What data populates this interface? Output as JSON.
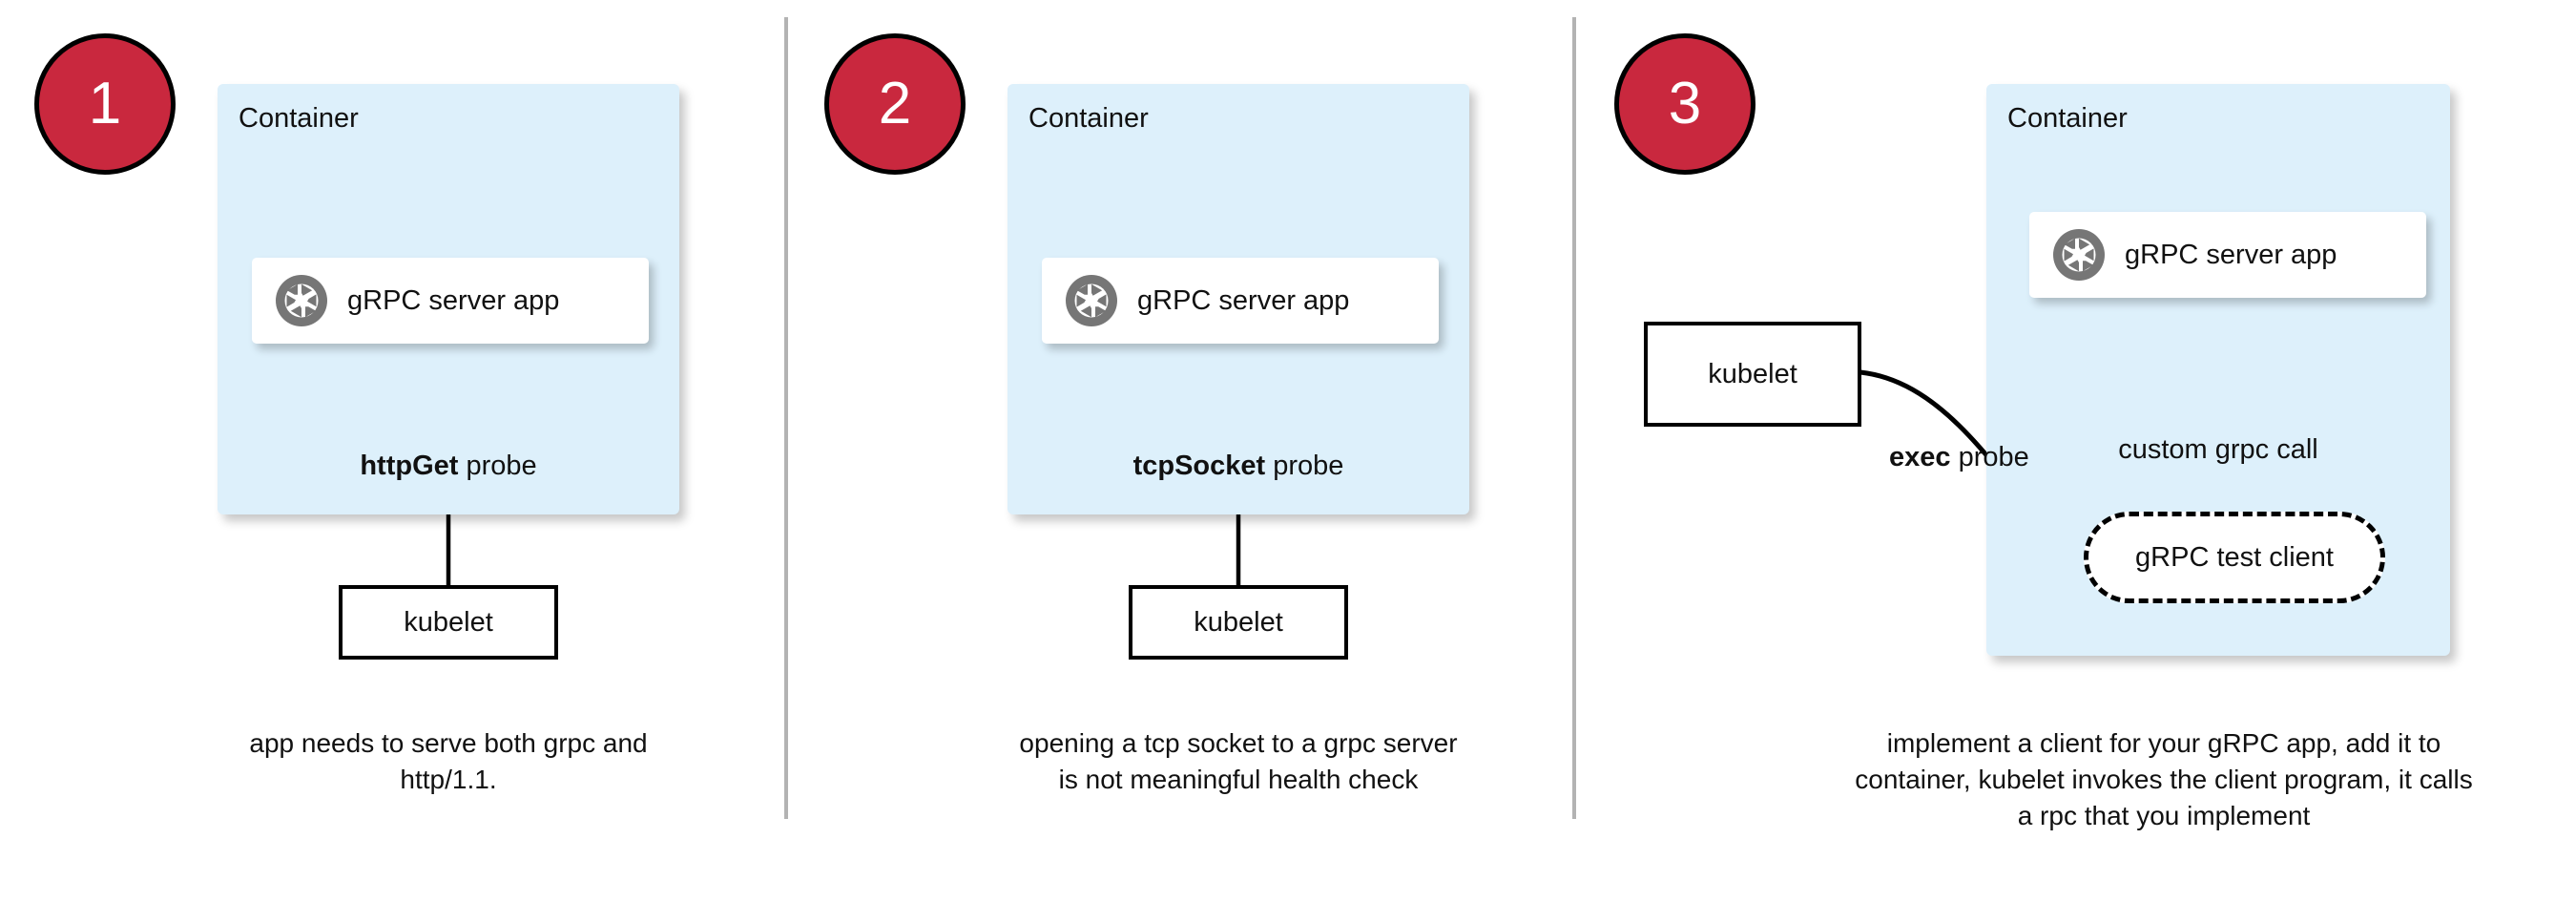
{
  "diagram": {
    "title_absent": true,
    "colors": {
      "badge_fill": "#c9283e",
      "badge_text": "#ffffff",
      "container_fill": "#ddf0fb",
      "card_fill": "#ffffff",
      "stroke": "#000000",
      "divider": "#b3b3b3",
      "icon_gray": "#767676"
    },
    "panels": [
      {
        "step": "1",
        "container_label": "Container",
        "app_label": "gRPC server app",
        "app_icon": "grpc-aperture-icon",
        "probe_label_bold": "httpGet",
        "probe_label_rest": " probe",
        "actor_label": "kubelet",
        "caption": "app needs to serve both grpc and http/1.1."
      },
      {
        "step": "2",
        "container_label": "Container",
        "app_label": "gRPC server app",
        "app_icon": "grpc-aperture-icon",
        "probe_label_bold": "tcpSocket",
        "probe_label_rest": " probe",
        "actor_label": "kubelet",
        "caption": "opening a tcp socket to a grpc server is not meaningful health check"
      },
      {
        "step": "3",
        "container_label": "Container",
        "app_label": "gRPC server app",
        "app_icon": "grpc-aperture-icon",
        "probe_label_bold": "exec",
        "probe_label_rest": " probe",
        "actor_label": "kubelet",
        "client_label": "gRPC test client",
        "call_label": "custom grpc call",
        "caption": "implement a client for your gRPC app, add it to container, kubelet invokes the client program, it calls a rpc that you implement"
      }
    ]
  }
}
